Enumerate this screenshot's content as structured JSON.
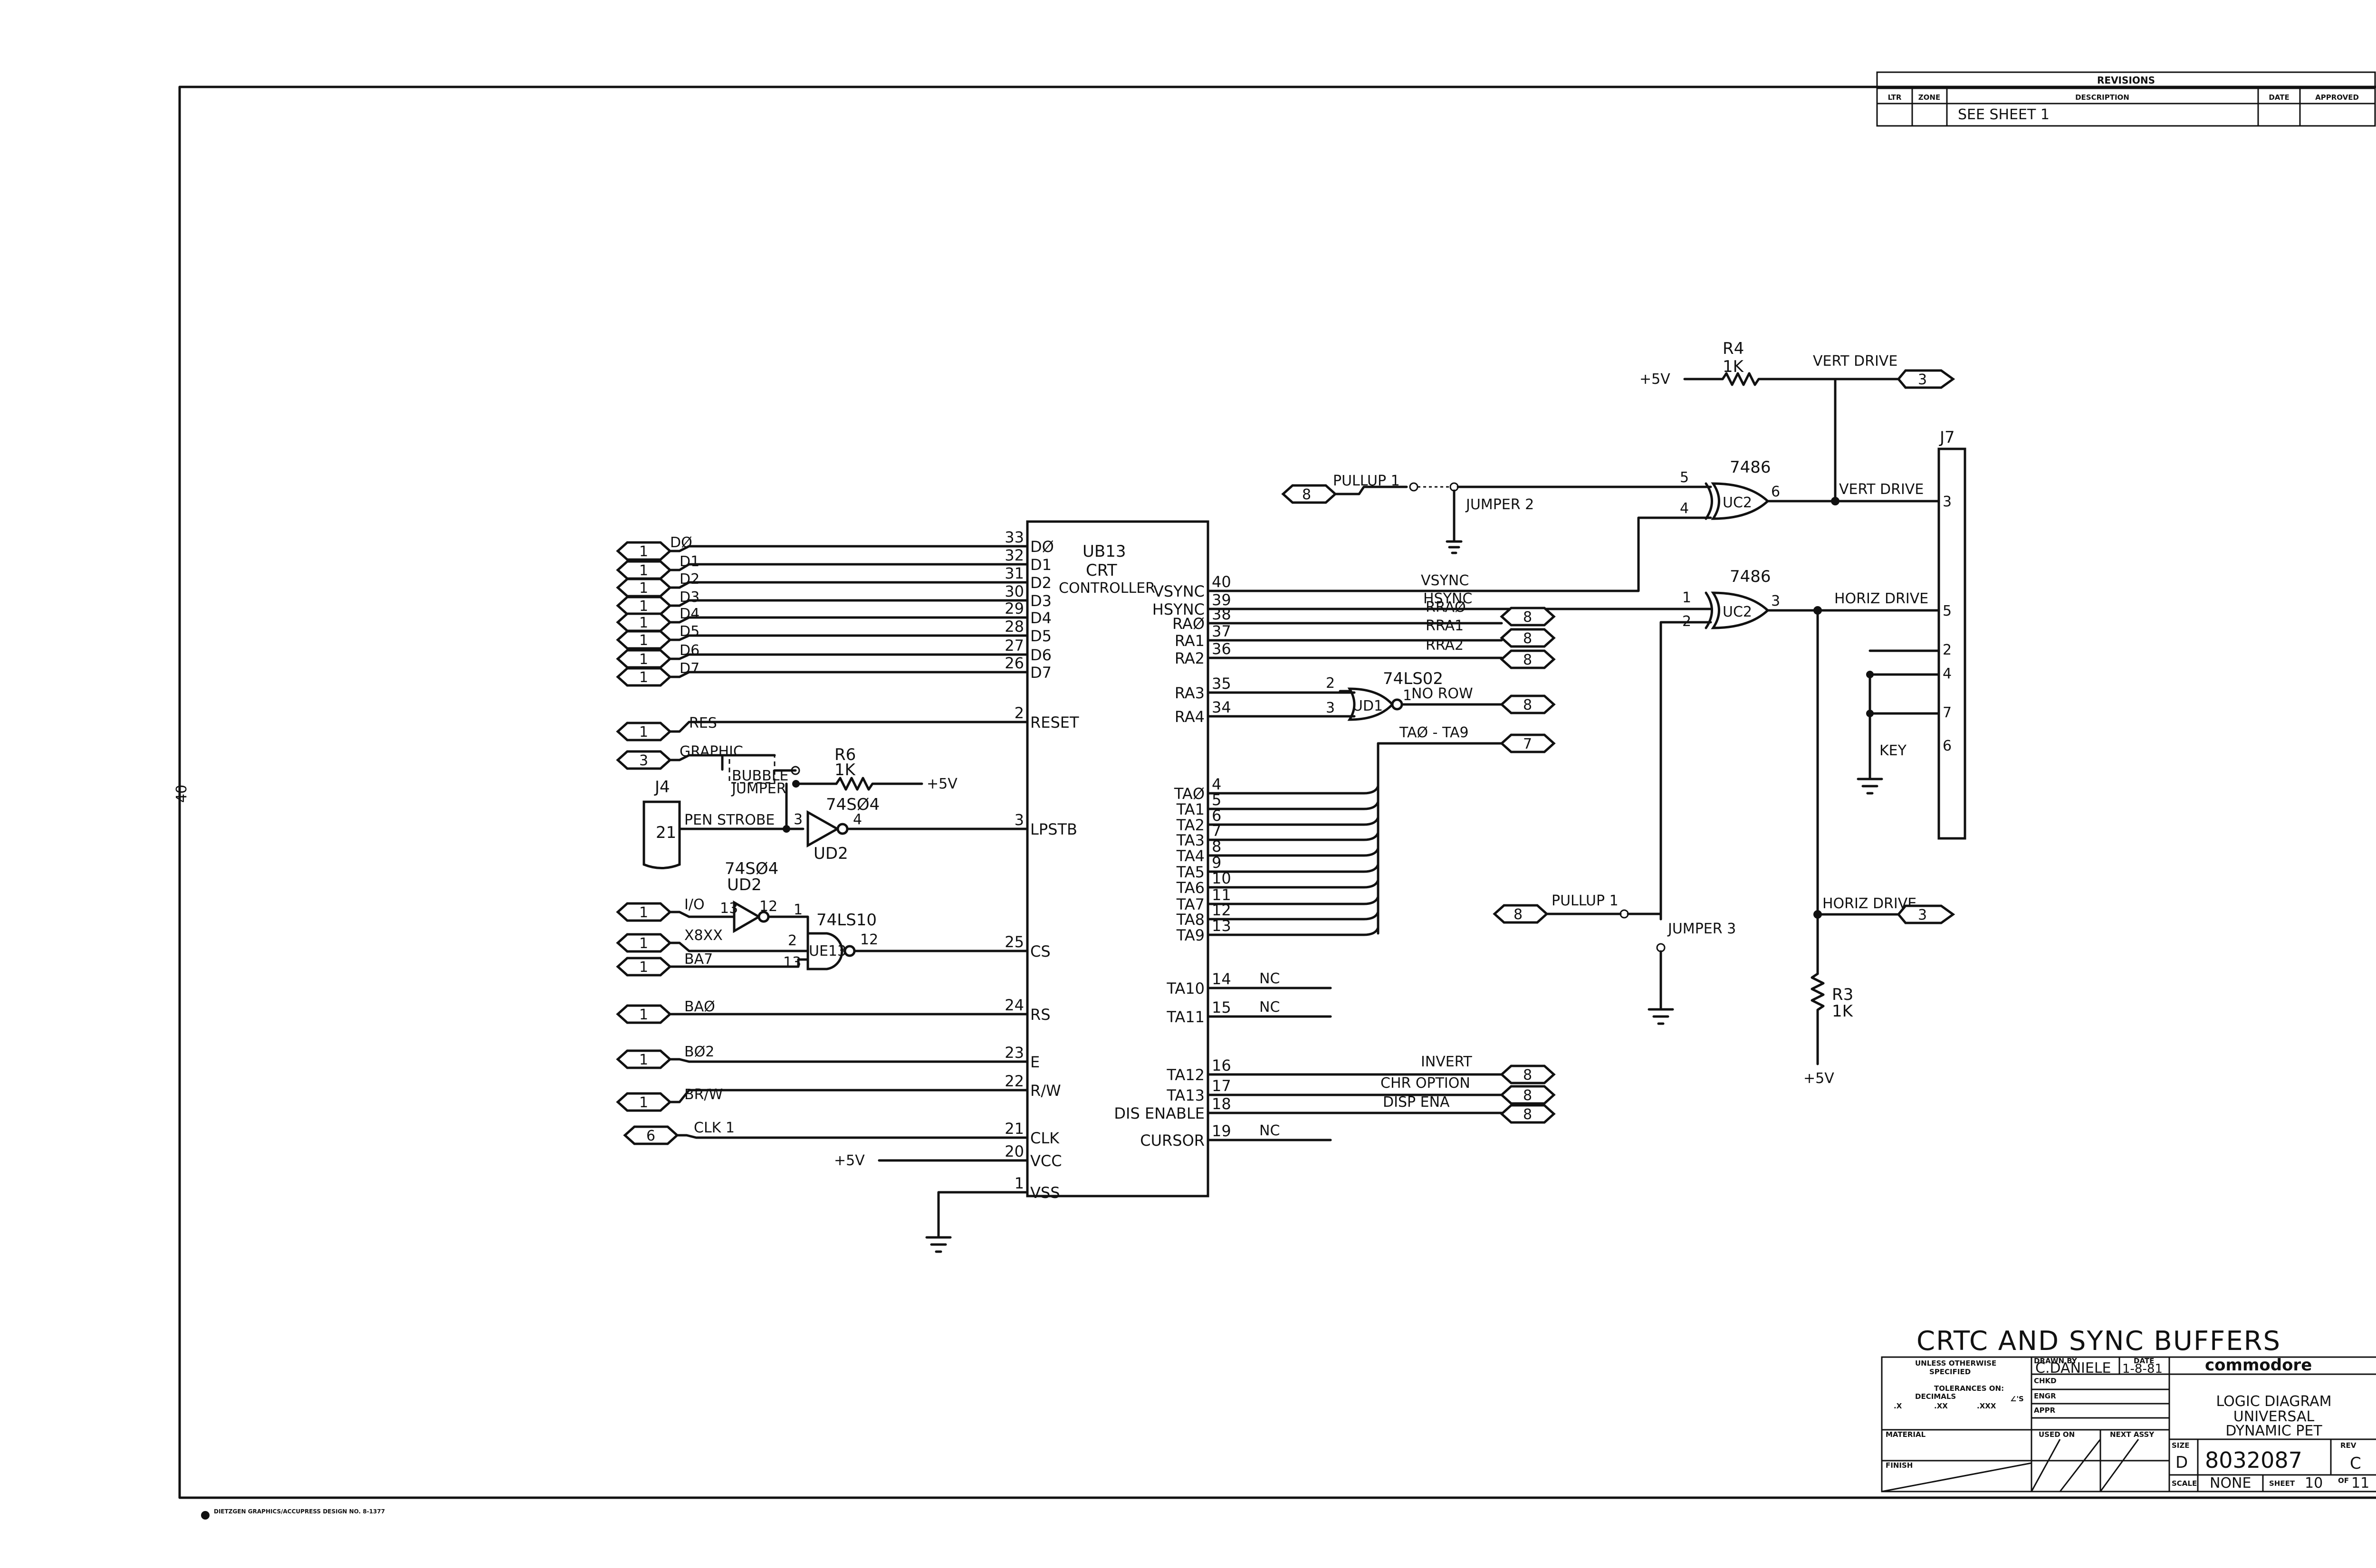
{
  "sheet": {
    "side_mark": "40",
    "printer_note": "DIETZGEN GRAPHICS/ACCUPRESS DESIGN NO. 8-1377"
  },
  "revisions": {
    "title": "REVISIONS",
    "headers": [
      "LTR",
      "ZONE",
      "DESCRIPTION",
      "DATE",
      "APPROVED"
    ],
    "row": {
      "description": "SEE SHEET 1"
    }
  },
  "crtc": {
    "ref": "UB13",
    "line1": "CRT",
    "line2": "CONTROLLER",
    "left_pins": [
      {
        "num": "33",
        "name": "DØ"
      },
      {
        "num": "32",
        "name": "D1"
      },
      {
        "num": "31",
        "name": "D2"
      },
      {
        "num": "30",
        "name": "D3"
      },
      {
        "num": "29",
        "name": "D4"
      },
      {
        "num": "28",
        "name": "D5"
      },
      {
        "num": "27",
        "name": "D6"
      },
      {
        "num": "26",
        "name": "D7"
      },
      {
        "num": "2",
        "name": "RESET"
      },
      {
        "num": "3",
        "name": "LPSTB"
      },
      {
        "num": "25",
        "name": "CS"
      },
      {
        "num": "24",
        "name": "RS"
      },
      {
        "num": "23",
        "name": "E"
      },
      {
        "num": "22",
        "name": "R/W"
      },
      {
        "num": "21",
        "name": "CLK"
      },
      {
        "num": "20",
        "name": "VCC"
      },
      {
        "num": "1",
        "name": "VSS"
      }
    ],
    "right_pins": [
      {
        "num": "40",
        "name": "VSYNC"
      },
      {
        "num": "39",
        "name": "HSYNC"
      },
      {
        "num": "38",
        "name": "RAØ"
      },
      {
        "num": "37",
        "name": "RA1"
      },
      {
        "num": "36",
        "name": "RA2"
      },
      {
        "num": "35",
        "name": "RA3"
      },
      {
        "num": "34",
        "name": "RA4"
      },
      {
        "num": "4",
        "name": "TAØ"
      },
      {
        "num": "5",
        "name": "TA1"
      },
      {
        "num": "6",
        "name": "TA2"
      },
      {
        "num": "7",
        "name": "TA3"
      },
      {
        "num": "8",
        "name": "TA4"
      },
      {
        "num": "9",
        "name": "TA5"
      },
      {
        "num": "10",
        "name": "TA6"
      },
      {
        "num": "11",
        "name": "TA7"
      },
      {
        "num": "12",
        "name": "TA8"
      },
      {
        "num": "13",
        "name": "TA9"
      },
      {
        "num": "14",
        "name": "TA10"
      },
      {
        "num": "15",
        "name": "TA11"
      },
      {
        "num": "16",
        "name": "TA12"
      },
      {
        "num": "17",
        "name": "TA13"
      },
      {
        "num": "18",
        "name": "DIS ENABLE"
      },
      {
        "num": "19",
        "name": "CURSOR"
      }
    ]
  },
  "left_connectors": [
    {
      "sheet": "1",
      "signal": "DØ"
    },
    {
      "sheet": "1",
      "signal": "D1"
    },
    {
      "sheet": "1",
      "signal": "D2"
    },
    {
      "sheet": "1",
      "signal": "D3"
    },
    {
      "sheet": "1",
      "signal": "D4"
    },
    {
      "sheet": "1",
      "signal": "D5"
    },
    {
      "sheet": "1",
      "signal": "D6"
    },
    {
      "sheet": "1",
      "signal": "D7"
    },
    {
      "sheet": "1",
      "signal": "RES"
    },
    {
      "sheet": "3",
      "signal": "GRAPHIC"
    },
    {
      "sheet": "1",
      "signal": "I/O"
    },
    {
      "sheet": "1",
      "signal": "X8XX"
    },
    {
      "sheet": "1",
      "signal": "BA7"
    },
    {
      "sheet": "1",
      "signal": "BAØ"
    },
    {
      "sheet": "1",
      "signal": "BØ2"
    },
    {
      "sheet": "1",
      "signal": "BR/W"
    },
    {
      "sheet": "6",
      "signal": "CLK 1"
    }
  ],
  "right_connectors": [
    {
      "sheet": "8",
      "signal": "RRAØ"
    },
    {
      "sheet": "8",
      "signal": "RRA1"
    },
    {
      "sheet": "8",
      "signal": "RRA2"
    },
    {
      "sheet": "8",
      "signal": "NO ROW"
    },
    {
      "sheet": "7",
      "signal": "TAØ - TA9"
    },
    {
      "sheet": "8",
      "signal": "INVERT"
    },
    {
      "sheet": "8",
      "signal": "CHR OPTION"
    },
    {
      "sheet": "8",
      "signal": "DISP ENA"
    }
  ],
  "nets": {
    "vsync": "VSYNC",
    "hsync": "HSYNC",
    "nc": "NC",
    "plus5": "+5V",
    "vert_drive": "VERT DRIVE",
    "horiz_drive": "HORIZ DRIVE",
    "pullup": "PULLUP 1",
    "pullup_sheet": "8",
    "jumper2": "JUMPER 2",
    "jumper3": "JUMPER 3",
    "bubble": "BUBBLE",
    "jumper": "JUMPER",
    "pen_strobe": "PEN STROBE",
    "key": "KEY"
  },
  "parts": {
    "r4": {
      "ref": "R4",
      "value": "1K"
    },
    "r6": {
      "ref": "R6",
      "value": "1K"
    },
    "r3": {
      "ref": "R3",
      "value": "1K"
    },
    "xor": "7486",
    "uc2": "UC2",
    "nor": "74LS02",
    "ud1": "UD1",
    "inv": "74SØ4",
    "ud2": "UD2",
    "nand": "74LS10",
    "ue13": "UE13",
    "j4": "J4",
    "j4pin": "21",
    "j7": "J7",
    "j7pins": [
      "3",
      "5",
      "2",
      "4",
      "7",
      "6"
    ],
    "gate_pins": {
      "uc2a_a": "5",
      "uc2a_b": "4",
      "uc2a_y": "6",
      "uc2b_a": "1",
      "uc2b_b": "2",
      "uc2b_y": "3",
      "ud1_a": "2",
      "ud1_b": "3",
      "ud1_y": "1",
      "ud2a_in": "3",
      "ud2a_out": "4",
      "ud2b_in": "13",
      "ud2b_out": "12",
      "ue13_a": "1",
      "ue13_b": "2",
      "ue13_c": "13",
      "ue13_y": "12"
    }
  },
  "title_block": {
    "title": "CRTC AND SYNC BUFFERS",
    "company": "commodore",
    "drawing_title": [
      "LOGIC DIAGRAM",
      "UNIVERSAL",
      "DYNAMIC PET"
    ],
    "tolerance": [
      "UNLESS OTHERWISE",
      "SPECIFIED",
      "TOLERANCES ON:",
      "DECIMALS",
      ".X",
      ".XX",
      ".XXX",
      "∠'S"
    ],
    "drawn_by_label": "DRAWN BY",
    "drawn_by": "C.DANIELE",
    "date_label": "DATE",
    "date": "1-8-81",
    "chkd": "CHKD",
    "engr": "ENGR",
    "appr": "APPR",
    "material": "MATERIAL",
    "finish": "FINISH",
    "used_on": "USED ON",
    "next_assy": "NEXT ASSY",
    "size_label": "SIZE",
    "size": "D",
    "dwg_no": "8032087",
    "rev_label": "REV",
    "rev": "C",
    "scale_label": "SCALE",
    "scale": "NONE",
    "sheet_label": "SHEET",
    "sheet_num": "10",
    "sheet_of": "OF",
    "sheet_total": "11"
  }
}
